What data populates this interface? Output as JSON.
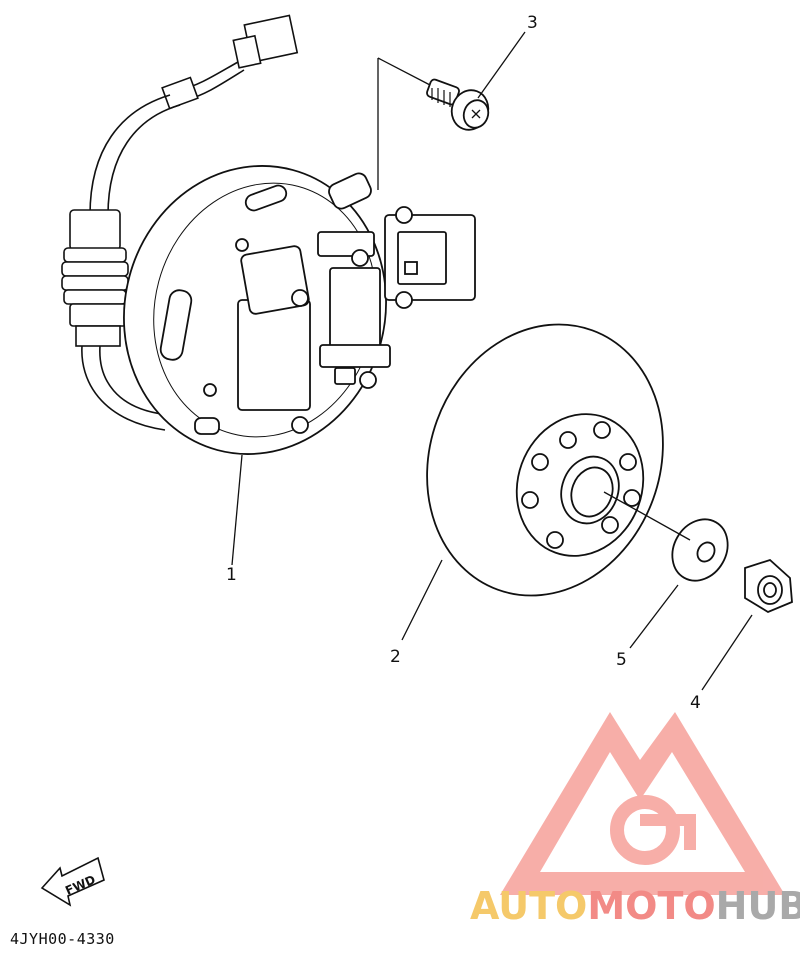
{
  "callouts": {
    "p1": "1",
    "p2": "2",
    "p3": "3",
    "p4": "4",
    "p5": "5"
  },
  "fwd_label": "FWD",
  "part_code": "4JYH00-4330",
  "watermark": {
    "part1": "AUTO",
    "part2": "MOTO",
    "part3": "HUB",
    "colors": {
      "auto": "#f5c96a",
      "moto": "#f28a86",
      "hub": "#a9a9a9",
      "logo": "#f6a09a"
    }
  }
}
